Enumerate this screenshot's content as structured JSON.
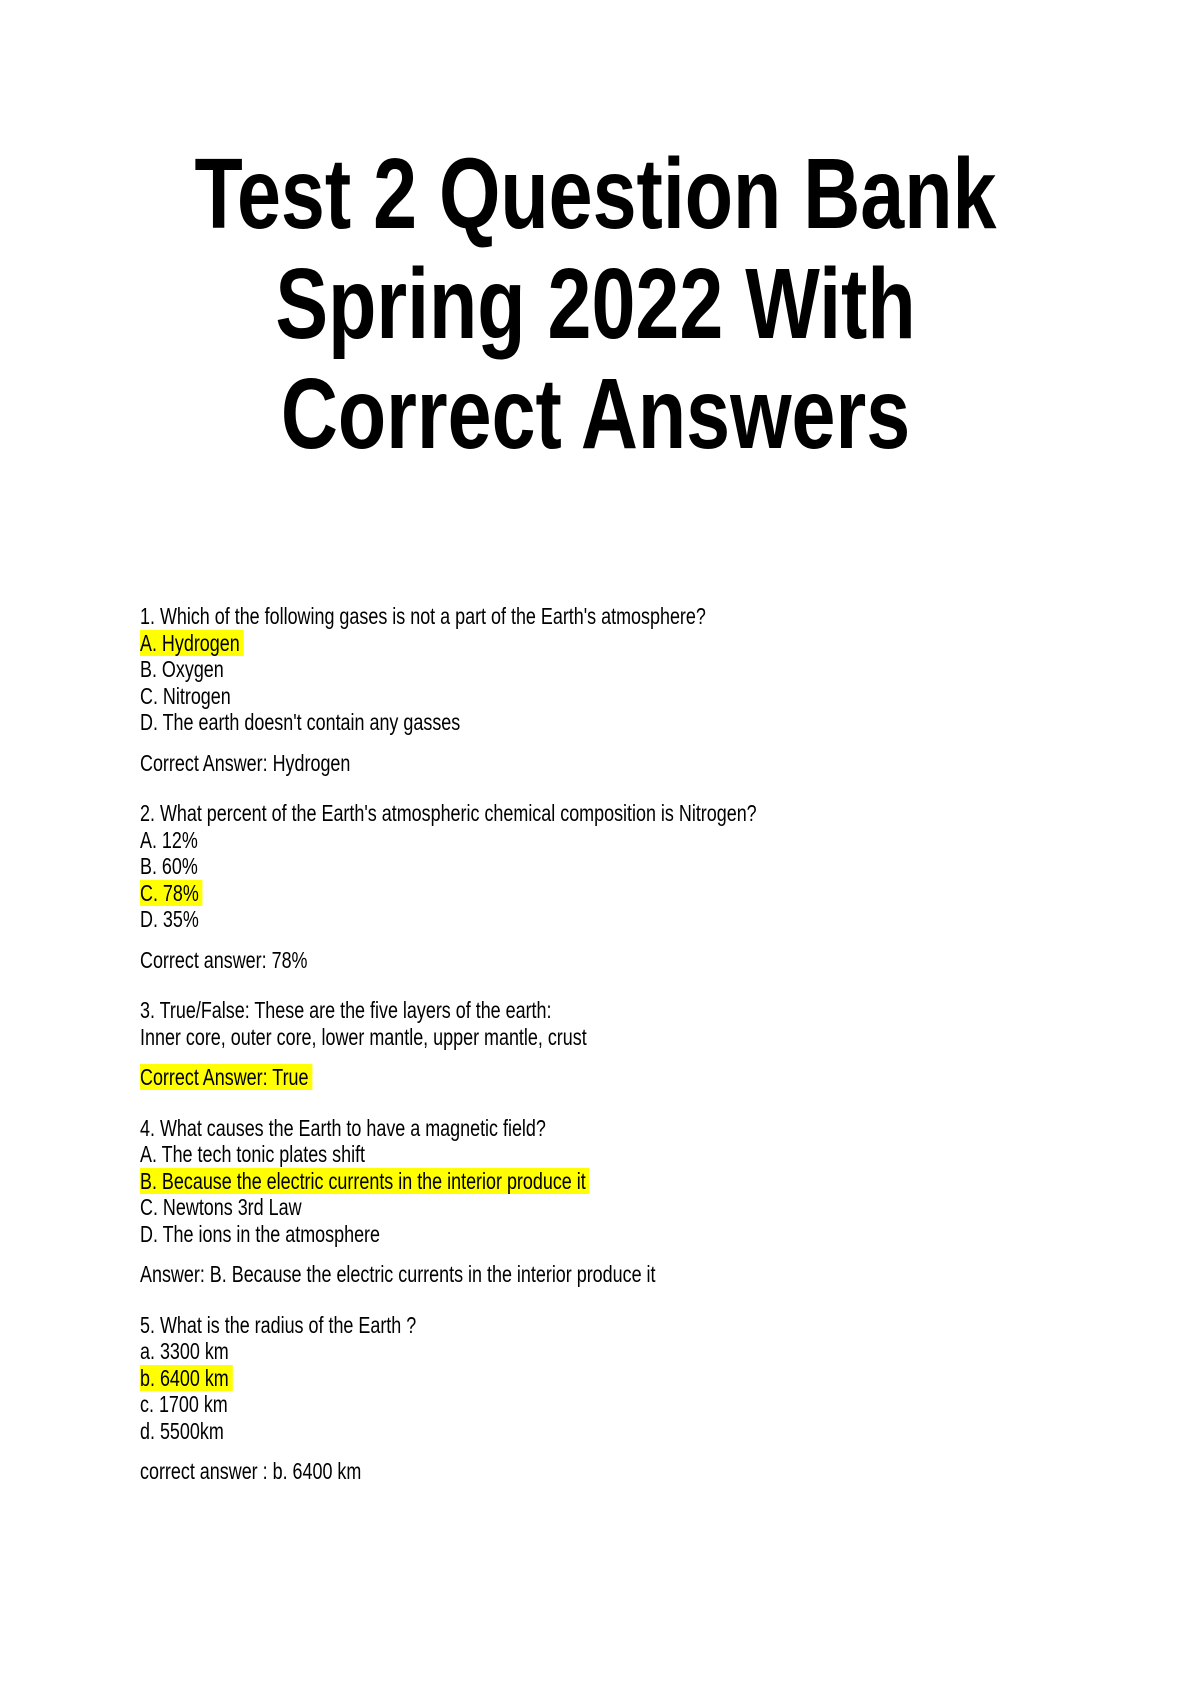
{
  "page": {
    "background_color": "#ffffff",
    "text_color": "#000000",
    "highlight_color": "#ffff00"
  },
  "title": {
    "lines": [
      "Test 2 Question Bank",
      "Spring 2022 With",
      "Correct Answers"
    ]
  },
  "questions": [
    {
      "lines": [
        {
          "text": "1. Which of the following gases is not a part of the Earth's atmosphere?",
          "highlight": false
        },
        {
          "text": "A. Hydrogen",
          "highlight": true
        },
        {
          "text": "B. Oxygen",
          "highlight": false
        },
        {
          "text": "C. Nitrogen",
          "highlight": false
        },
        {
          "text": "D. The earth doesn't contain any gasses",
          "highlight": false
        }
      ],
      "answer": {
        "text": "Correct Answer: Hydrogen",
        "highlight": false
      }
    },
    {
      "lines": [
        {
          "text": "2. What percent of the Earth's atmospheric chemical composition is Nitrogen?",
          "highlight": false
        },
        {
          "text": "A. 12%",
          "highlight": false
        },
        {
          "text": "B. 60%",
          "highlight": false
        },
        {
          "text": "C. 78%",
          "highlight": true
        },
        {
          "text": "D. 35%",
          "highlight": false
        }
      ],
      "answer": {
        "text": "Correct answer: 78%",
        "highlight": false
      }
    },
    {
      "lines": [
        {
          "text": "3. True/False: These are the five layers of the earth:",
          "highlight": false
        },
        {
          "text": "Inner core, outer core, lower mantle, upper mantle, crust",
          "highlight": false
        }
      ],
      "answer": {
        "text": "Correct Answer: True",
        "highlight": true
      }
    },
    {
      "lines": [
        {
          "text": "4. What causes the Earth to have a magnetic field?",
          "highlight": false
        },
        {
          "text": "A. The tech tonic plates shift",
          "highlight": false
        },
        {
          "text": "B. Because the electric currents in the interior produce it",
          "highlight": true
        },
        {
          "text": "C. Newtons 3rd Law",
          "highlight": false
        },
        {
          "text": "D. The ions in the atmosphere",
          "highlight": false
        }
      ],
      "answer": {
        "text": "Answer: B. Because the electric currents in the interior produce it",
        "highlight": false
      }
    },
    {
      "lines": [
        {
          "text": "5. What is the radius of the Earth ?",
          "highlight": false
        },
        {
          "text": "a. 3300 km",
          "highlight": false
        },
        {
          "text": "b. 6400 km",
          "highlight": true
        },
        {
          "text": "c. 1700 km",
          "highlight": false
        },
        {
          "text": "d. 5500km",
          "highlight": false
        }
      ],
      "answer": {
        "text": "correct answer : b. 6400 km",
        "highlight": false
      }
    }
  ]
}
